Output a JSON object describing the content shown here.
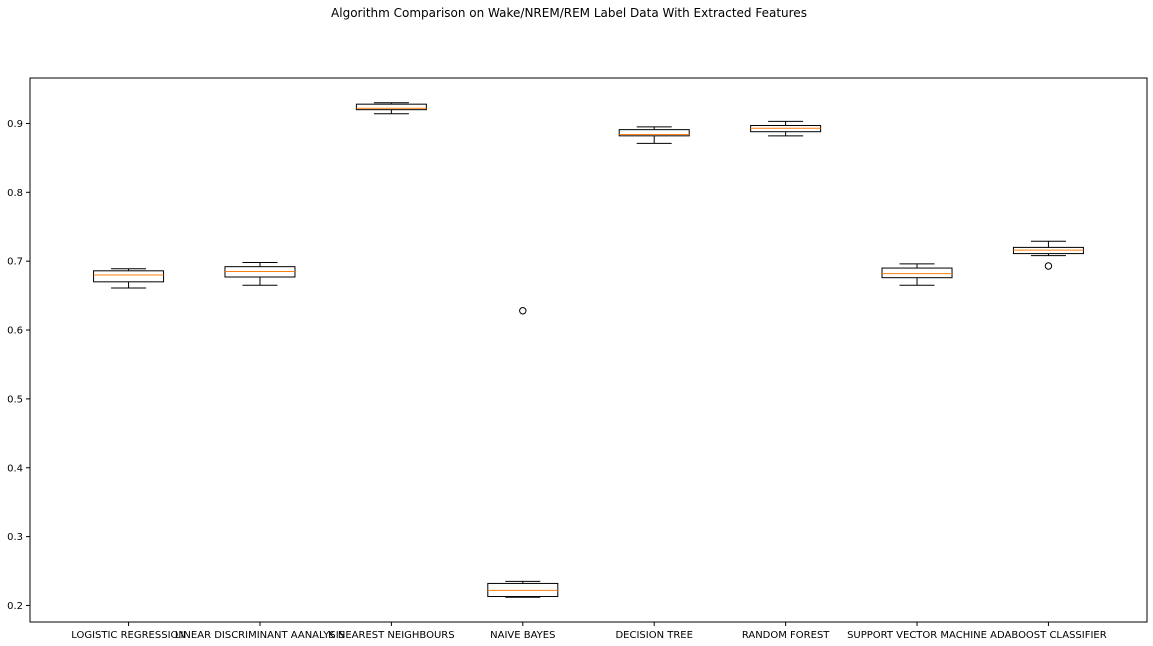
{
  "chart_data": {
    "type": "box",
    "title": "Algorithm Comparison on Wake/NREM/REM Label Data With Extracted Features",
    "xlabel": "",
    "ylabel": "",
    "ylim": [
      0.176,
      0.966
    ],
    "yticks": [
      0.2,
      0.3,
      0.4,
      0.5,
      0.6,
      0.7,
      0.8,
      0.9
    ],
    "grid": false,
    "colors": {
      "box": "#000000",
      "median": "#ff7f0e",
      "axis": "#000000"
    },
    "categories": [
      "LOGISTIC REGRESSION",
      "LINEAR DISCRIMINANT AANALYSIS",
      "K NEAREST NEIGHBOURS",
      "NAIVE BAYES",
      "DECISION TREE",
      "RANDOM FOREST",
      "SUPPORT VECTOR MACHINE",
      "ADABOOST CLASSIFIER"
    ],
    "boxes": [
      {
        "whisker_low": 0.661,
        "q1": 0.67,
        "median": 0.68,
        "q3": 0.686,
        "whisker_high": 0.689,
        "outliers": []
      },
      {
        "whisker_low": 0.665,
        "q1": 0.677,
        "median": 0.685,
        "q3": 0.692,
        "whisker_high": 0.698,
        "outliers": []
      },
      {
        "whisker_low": 0.914,
        "q1": 0.92,
        "median": 0.922,
        "q3": 0.928,
        "whisker_high": 0.93,
        "outliers": []
      },
      {
        "whisker_low": 0.212,
        "q1": 0.213,
        "median": 0.222,
        "q3": 0.232,
        "whisker_high": 0.235,
        "outliers": [
          0.628
        ]
      },
      {
        "whisker_low": 0.871,
        "q1": 0.882,
        "median": 0.884,
        "q3": 0.891,
        "whisker_high": 0.895,
        "outliers": []
      },
      {
        "whisker_low": 0.882,
        "q1": 0.888,
        "median": 0.893,
        "q3": 0.897,
        "whisker_high": 0.903,
        "outliers": []
      },
      {
        "whisker_low": 0.665,
        "q1": 0.676,
        "median": 0.682,
        "q3": 0.69,
        "whisker_high": 0.696,
        "outliers": []
      },
      {
        "whisker_low": 0.708,
        "q1": 0.711,
        "median": 0.716,
        "q3": 0.72,
        "whisker_high": 0.729,
        "outliers": [
          0.693
        ]
      }
    ]
  }
}
